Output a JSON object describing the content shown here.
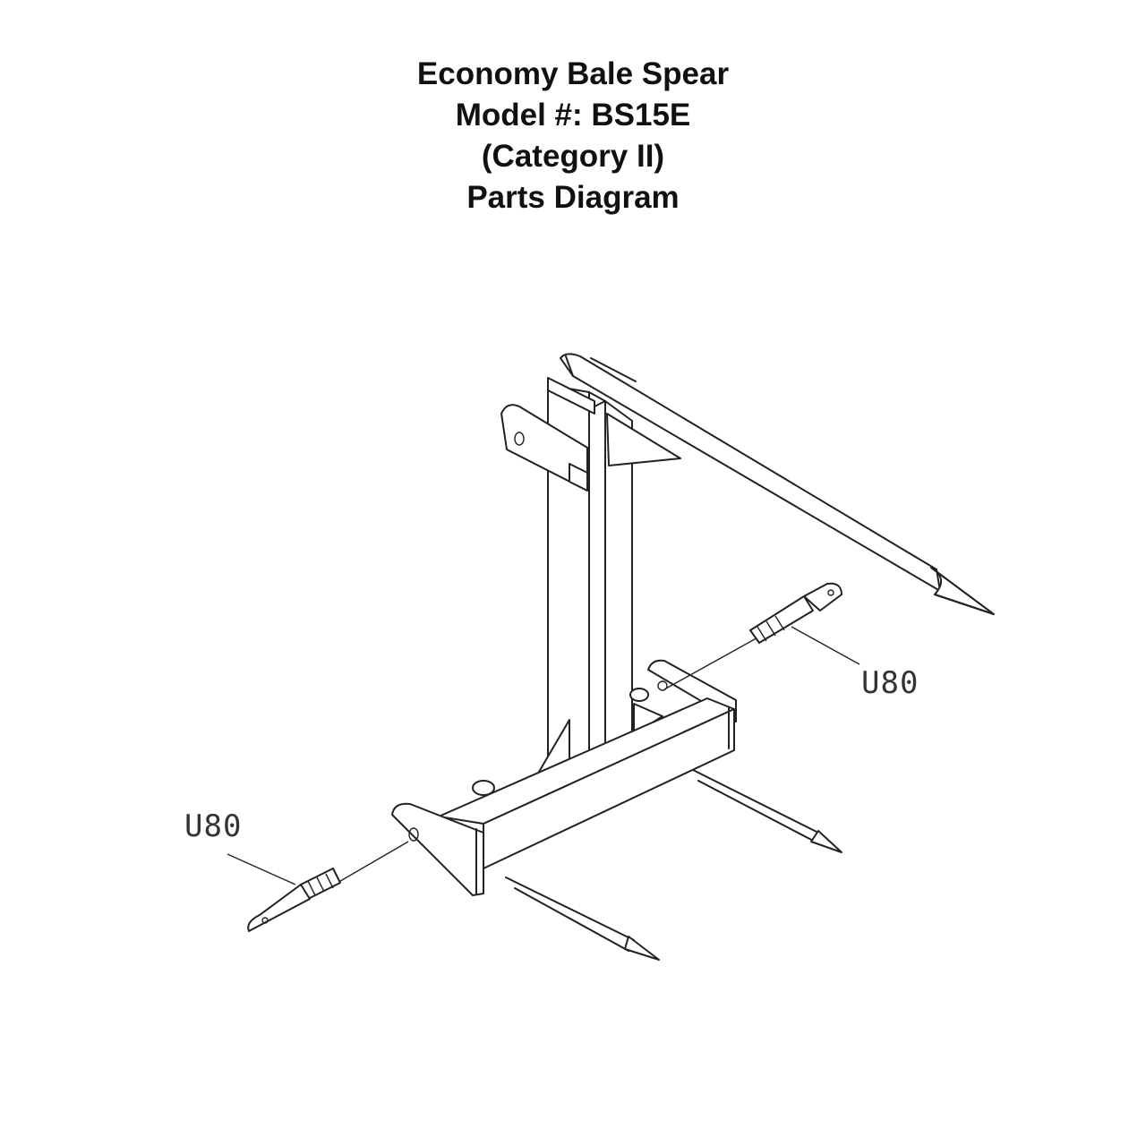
{
  "title": {
    "line1": "Economy Bale Spear",
    "line2": "Model #: BS15E",
    "line3": "(Category II)",
    "line4": "Parts Diagram"
  },
  "callouts": [
    {
      "id": "right-pin",
      "label": "U80"
    },
    {
      "id": "left-pin",
      "label": "U80"
    }
  ],
  "colors": {
    "line": "#222222",
    "background": "#ffffff",
    "text": "#111111"
  }
}
